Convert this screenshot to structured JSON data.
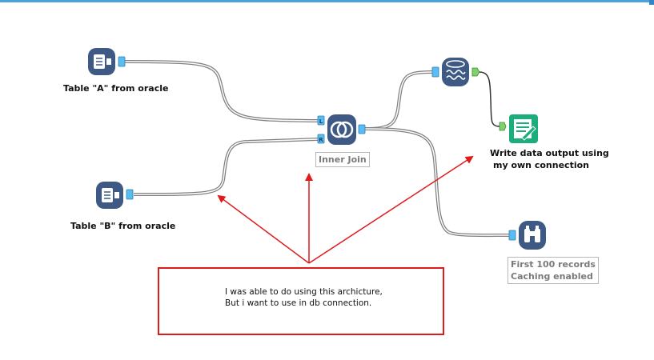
{
  "nodes": {
    "table_a": {
      "label": "Table \"A\" from oracle"
    },
    "table_b": {
      "label": "Table \"B\" from oracle"
    },
    "join": {
      "label": "Inner Join",
      "left_anchor": "L",
      "right_anchor": "R"
    },
    "output": {
      "label_line1": "Write data output using",
      "label_line2": "my own connection"
    },
    "browse": {
      "label_line1": "First 100 records",
      "label_line2": "Caching enabled"
    }
  },
  "callout": {
    "line1": "I was able to do using this archicture,",
    "line2": "But i want to use in db connection."
  },
  "colors": {
    "tool_dark": "#3e5a84",
    "anchor_blue": "#5bbcf0",
    "anchor_green": "#7dd16c",
    "output_green": "#1bae7c",
    "arrow_red": "#e0191b"
  },
  "icons": {
    "table_a": "database-input-icon",
    "table_b": "database-input-icon",
    "join": "join-icon",
    "cache": "data-stream-icon",
    "output": "output-data-icon",
    "browse": "binoculars-icon"
  }
}
